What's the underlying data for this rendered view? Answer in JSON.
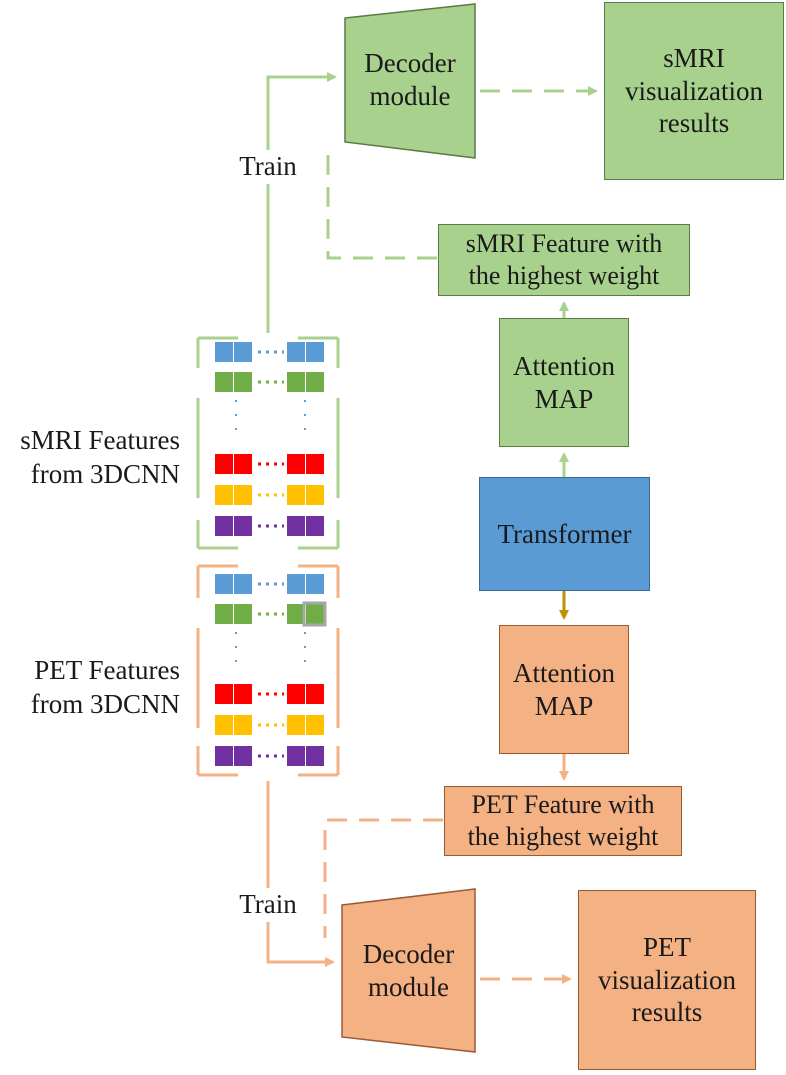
{
  "decoder_top": "Decoder\nmodule",
  "smri_results": "sMRI\nvisualization\nresults",
  "train_top": "Train",
  "smri_feature_highest": "sMRI Feature with\nthe highest weight",
  "attention_map_top": "Attention\nMAP",
  "smri_features_label": "sMRI Features\nfrom 3DCNN",
  "transformer": "Transformer",
  "attention_map_bottom": "Attention\nMAP",
  "pet_features_label": "PET  Features\nfrom 3DCNN",
  "pet_feature_highest": "PET Feature with\nthe highest weight",
  "train_bottom": "Train",
  "decoder_bottom": "Decoder\nmodule",
  "pet_results": "PET\nvisualization\nresults",
  "colors": {
    "green_fill": "#a9d18e",
    "orange_fill": "#f4b183",
    "blue_fill": "#5b9bd5",
    "green_line": "#a9d18e",
    "orange_line": "#f4b183",
    "gold_arrow": "#bf9000",
    "feat_blue": "#5b9bd5",
    "feat_green": "#70ad47",
    "feat_red": "#ff0000",
    "feat_yellow": "#ffc000",
    "feat_purple": "#7030a0"
  }
}
